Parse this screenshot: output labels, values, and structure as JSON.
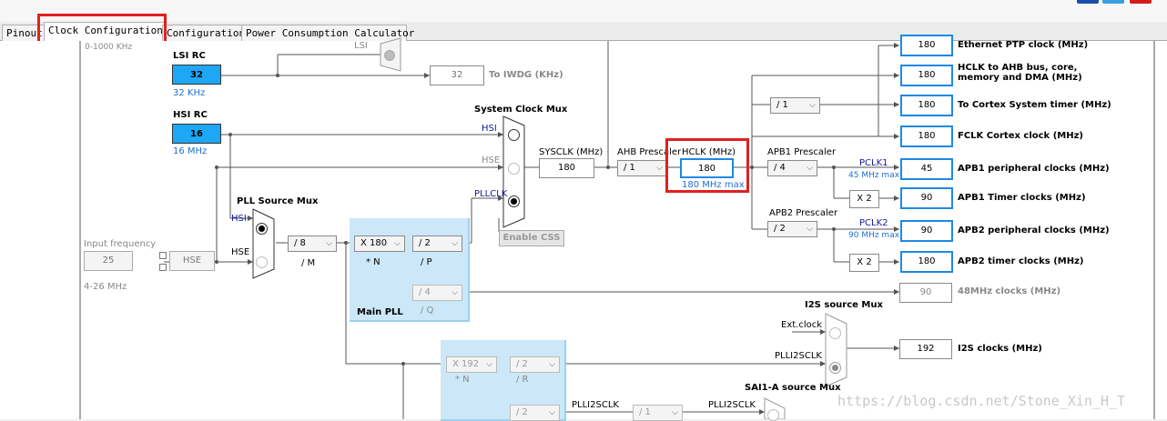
{
  "tabs": [
    {
      "label": "Pinout"
    },
    {
      "label": "Clock Configuration"
    },
    {
      "label": "Configuration"
    },
    {
      "label": "Power Consumption Calculator"
    }
  ],
  "left": {
    "partial_top_label": "0-1000 KHz",
    "input_frequency_label": "Input frequency",
    "input_frequency_value": "25",
    "input_range": "4-26 MHz",
    "hse_box": "HSE"
  },
  "lsi": {
    "title": "LSI RC",
    "value": "32",
    "unit": "32 KHz",
    "mux_label": "LSI",
    "iwdg_value": "32",
    "iwdg_label": "To IWDG (KHz)"
  },
  "hsi": {
    "title": "HSI RC",
    "value": "16",
    "unit": "16 MHz"
  },
  "pll_source": {
    "title": "PLL Source Mux",
    "hsi": "HSI",
    "hse": "HSE",
    "div_m": "/ 8",
    "m_label": "/ M"
  },
  "main_pll": {
    "title": "Main PLL",
    "mul_n": "X 180",
    "n_label": "* N",
    "div_p": "/ 2",
    "p_label": "/ P",
    "div_q": "/ 4",
    "q_label": "/ Q"
  },
  "sysmux": {
    "title": "System Clock Mux",
    "hsi": "HSI",
    "hse": "HSE",
    "pllclk": "PLLCLK",
    "enable_css": "Enable CSS"
  },
  "sysclk": {
    "label": "SYSCLK (MHz)",
    "value": "180"
  },
  "ahb": {
    "label": "AHB Prescaler",
    "value": "/ 1"
  },
  "hclk": {
    "label": "HCLK (MHz)",
    "value": "180",
    "max": "180 MHz max"
  },
  "cortex_timer_div": "/ 1",
  "apb1": {
    "label": "APB1 Prescaler",
    "value": "/ 4",
    "pclk": "PCLK1",
    "max": "45 MHz max",
    "x2": "X 2"
  },
  "apb2": {
    "label": "APB2 Prescaler",
    "value": "/ 2",
    "pclk": "PCLK2",
    "max": "90 MHz max",
    "x2": "X 2"
  },
  "outputs": [
    {
      "value": "180",
      "label": "Ethernet PTP clock (MHz)"
    },
    {
      "value": "180",
      "label": "HCLK to AHB bus, core,",
      "label2": "memory and DMA (MHz)"
    },
    {
      "value": "180",
      "label": "To Cortex System timer (MHz)"
    },
    {
      "value": "180",
      "label": "FCLK Cortex clock (MHz)"
    },
    {
      "value": "45",
      "label": "APB1 peripheral clocks (MHz)"
    },
    {
      "value": "90",
      "label": "APB1 Timer clocks (MHz)"
    },
    {
      "value": "90",
      "label": "APB2 peripheral clocks (MHz)"
    },
    {
      "value": "180",
      "label": "APB2 timer clocks (MHz)"
    }
  ],
  "clk48": {
    "value": "90",
    "label": "48MHz clocks (MHz)"
  },
  "i2s": {
    "mux_title": "I2S source Mux",
    "ext": "Ext.clock",
    "plli2sclk": "PLLI2SCLK",
    "value": "192",
    "label": "I2S clocks (MHz)"
  },
  "plli2s": {
    "mul_n": "X 192",
    "n_label": "* N",
    "div_r": "/ 2",
    "r_label": "/ R",
    "div_q": "/ 2",
    "plli2sclk": "PLLI2SCLK",
    "div2": "/ 1",
    "plli2sclk2": "PLLI2SCLK"
  },
  "sai": {
    "title": "SAI1-A source Mux"
  },
  "watermark": "https://blog.csdn.net/Stone_Xin_H_T",
  "colors": {
    "accent_blue": "#1e88e5",
    "highlight_red": "#e02020",
    "input_blue": "#1ea7f5",
    "pll_tint": "#cce8f8"
  }
}
